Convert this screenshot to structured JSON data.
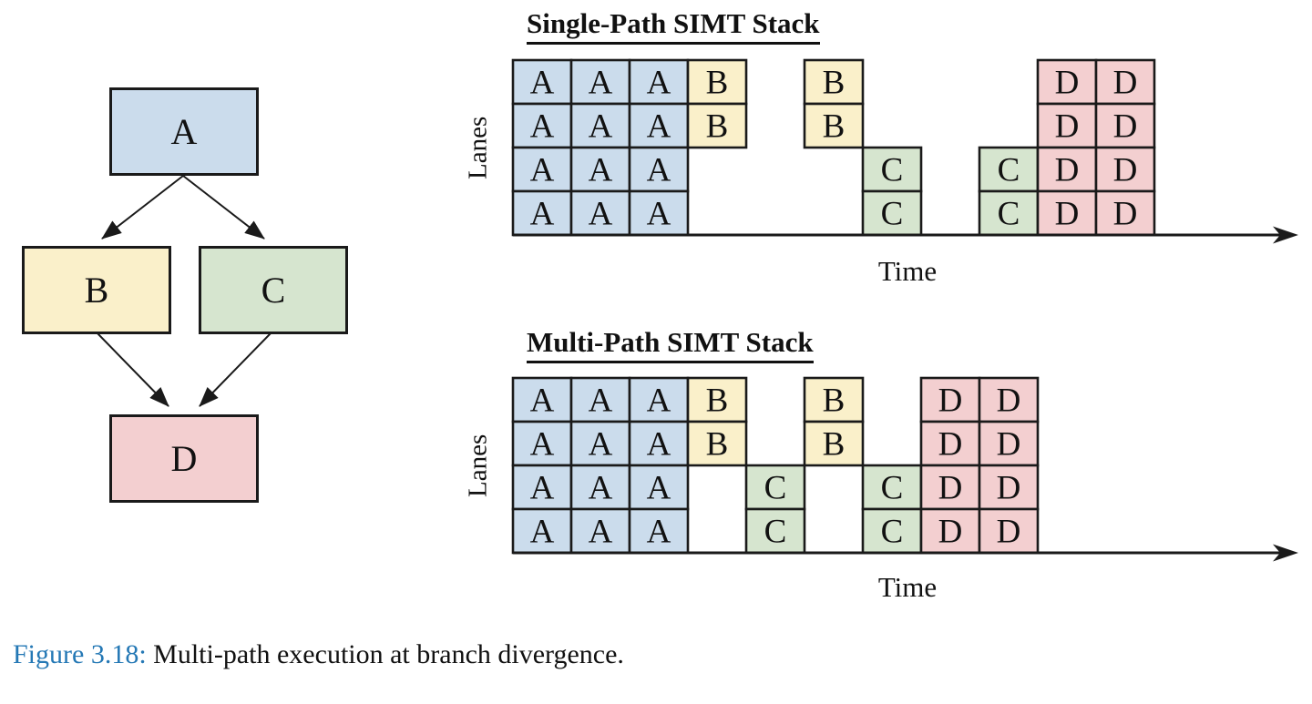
{
  "caption": {
    "label": "Figure 3.18:",
    "text": " Multi-path execution at branch divergence.",
    "label_color": "#2478b5"
  },
  "colors": {
    "A": "#cbdcec",
    "B": "#faf0ca",
    "C": "#d6e5cf",
    "D": "#f3cfd0"
  },
  "flow_graph": {
    "nodes": [
      {
        "id": "A",
        "label": "A"
      },
      {
        "id": "B",
        "label": "B"
      },
      {
        "id": "C",
        "label": "C"
      },
      {
        "id": "D",
        "label": "D"
      }
    ],
    "edges": [
      [
        "A",
        "B"
      ],
      [
        "A",
        "C"
      ],
      [
        "B",
        "D"
      ],
      [
        "C",
        "D"
      ]
    ]
  },
  "diagrams": [
    {
      "title": "Single-Path SIMT Stack",
      "x_label": "Time",
      "y_label": "Lanes",
      "num_lanes": 4,
      "lanes": [
        [
          {
            "slot": 1,
            "op": "A"
          },
          {
            "slot": 2,
            "op": "A"
          },
          {
            "slot": 3,
            "op": "A"
          },
          {
            "slot": 4,
            "op": "B"
          },
          {
            "slot": 6,
            "op": "B"
          },
          {
            "slot": 10,
            "op": "D"
          },
          {
            "slot": 11,
            "op": "D"
          }
        ],
        [
          {
            "slot": 1,
            "op": "A"
          },
          {
            "slot": 2,
            "op": "A"
          },
          {
            "slot": 3,
            "op": "A"
          },
          {
            "slot": 4,
            "op": "B"
          },
          {
            "slot": 6,
            "op": "B"
          },
          {
            "slot": 10,
            "op": "D"
          },
          {
            "slot": 11,
            "op": "D"
          }
        ],
        [
          {
            "slot": 1,
            "op": "A"
          },
          {
            "slot": 2,
            "op": "A"
          },
          {
            "slot": 3,
            "op": "A"
          },
          {
            "slot": 7,
            "op": "C"
          },
          {
            "slot": 9,
            "op": "C"
          },
          {
            "slot": 10,
            "op": "D"
          },
          {
            "slot": 11,
            "op": "D"
          }
        ],
        [
          {
            "slot": 1,
            "op": "A"
          },
          {
            "slot": 2,
            "op": "A"
          },
          {
            "slot": 3,
            "op": "A"
          },
          {
            "slot": 7,
            "op": "C"
          },
          {
            "slot": 9,
            "op": "C"
          },
          {
            "slot": 10,
            "op": "D"
          },
          {
            "slot": 11,
            "op": "D"
          }
        ]
      ]
    },
    {
      "title": "Multi-Path SIMT Stack",
      "x_label": "Time",
      "y_label": "Lanes",
      "num_lanes": 4,
      "lanes": [
        [
          {
            "slot": 1,
            "op": "A"
          },
          {
            "slot": 2,
            "op": "A"
          },
          {
            "slot": 3,
            "op": "A"
          },
          {
            "slot": 4,
            "op": "B"
          },
          {
            "slot": 6,
            "op": "B"
          },
          {
            "slot": 8,
            "op": "D"
          },
          {
            "slot": 9,
            "op": "D"
          }
        ],
        [
          {
            "slot": 1,
            "op": "A"
          },
          {
            "slot": 2,
            "op": "A"
          },
          {
            "slot": 3,
            "op": "A"
          },
          {
            "slot": 4,
            "op": "B"
          },
          {
            "slot": 6,
            "op": "B"
          },
          {
            "slot": 8,
            "op": "D"
          },
          {
            "slot": 9,
            "op": "D"
          }
        ],
        [
          {
            "slot": 1,
            "op": "A"
          },
          {
            "slot": 2,
            "op": "A"
          },
          {
            "slot": 3,
            "op": "A"
          },
          {
            "slot": 5,
            "op": "C"
          },
          {
            "slot": 7,
            "op": "C"
          },
          {
            "slot": 8,
            "op": "D"
          },
          {
            "slot": 9,
            "op": "D"
          }
        ],
        [
          {
            "slot": 1,
            "op": "A"
          },
          {
            "slot": 2,
            "op": "A"
          },
          {
            "slot": 3,
            "op": "A"
          },
          {
            "slot": 5,
            "op": "C"
          },
          {
            "slot": 7,
            "op": "C"
          },
          {
            "slot": 8,
            "op": "D"
          },
          {
            "slot": 9,
            "op": "D"
          }
        ]
      ]
    }
  ]
}
